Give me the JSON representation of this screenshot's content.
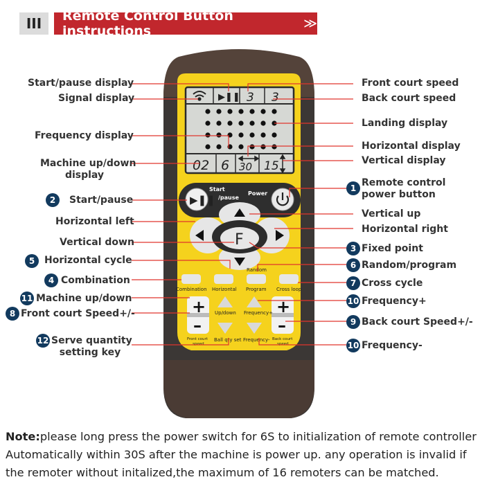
{
  "header": {
    "section": "III",
    "title": "Remote Control Button instructions",
    "chevron": "≫"
  },
  "display": {
    "start_pause": "▶❚❚",
    "front_speed": "3",
    "back_speed": "3",
    "machine_ud": "02",
    "frequency": "6",
    "horizontal": "30",
    "vertical": "15"
  },
  "buttons": {
    "start_pause_label": "Start\n/pause",
    "power_label": "Power",
    "f_label": "F",
    "combination": "Combination",
    "horizontal": "Horizontal",
    "random_top": "Random",
    "program": "Program",
    "cross_loop": "Cross loop",
    "updown": "Up/down",
    "frequency_plus": "Frequency+",
    "front_court": "Front court speed",
    "ball_qty": "Ball qty set",
    "frequency_minus": "Frequency-",
    "back_court": "Back court speed"
  },
  "labels_left": {
    "start_pause_display": "Start/pause display",
    "signal_display": "Signal display",
    "frequency_display": "Frequency display",
    "machine_updown_display_1": "Machine up/down",
    "machine_updown_display_2": "display",
    "start_pause": "Start/pause",
    "horizontal_left": "Horizontal left",
    "vertical_down": "Vertical down",
    "horizontal_cycle": "Horizontal cycle",
    "combination": "Combination",
    "machine_updown": "Machine up/down",
    "front_court_speed": "Front court Speed+/-",
    "serve_qty_1": "Serve quantity",
    "serve_qty_2": "setting key"
  },
  "labels_right": {
    "front_court_speed": "Front court speed",
    "back_court_speed": "Back court speed",
    "landing_display": "Landing display",
    "horizontal_display": "Horizontal display",
    "vertical_display": "Vertical display",
    "power_1": "Remote control",
    "power_2": "power button",
    "vertical_up": "Vertical up",
    "horizontal_right": "Horizontal right",
    "fixed_point": "Fixed point",
    "random_program": "Random/program",
    "cross_cycle": "Cross  cycle",
    "frequency_plus": "Frequency+",
    "back_court_speed_pm": "Back court Speed+/-",
    "frequency_minus": "Frequency-"
  },
  "badges": {
    "b1": "1",
    "b2": "2",
    "b3": "3",
    "b4": "4",
    "b5": "5",
    "b6": "6",
    "b7": "7",
    "b8": "8",
    "b9": "9",
    "b10a": "10",
    "b10b": "10",
    "b11": "11",
    "b12": "12"
  },
  "note": {
    "lead": "Note:",
    "line1": "please long press the power switch for 6S to initialization of remote controller",
    "line2": "Automatically within 30S after the machine is  power up. any operation is invalid if",
    "line3": "the remoter without initalized,the maximum of 16 remoters can be matched."
  },
  "colors": {
    "brand_red": "#c1272d",
    "badge_navy": "#123a5e",
    "remote_body": "#3a3a3a",
    "panel_yellow": "#f5d220",
    "lcd": "#d9d9d6"
  }
}
